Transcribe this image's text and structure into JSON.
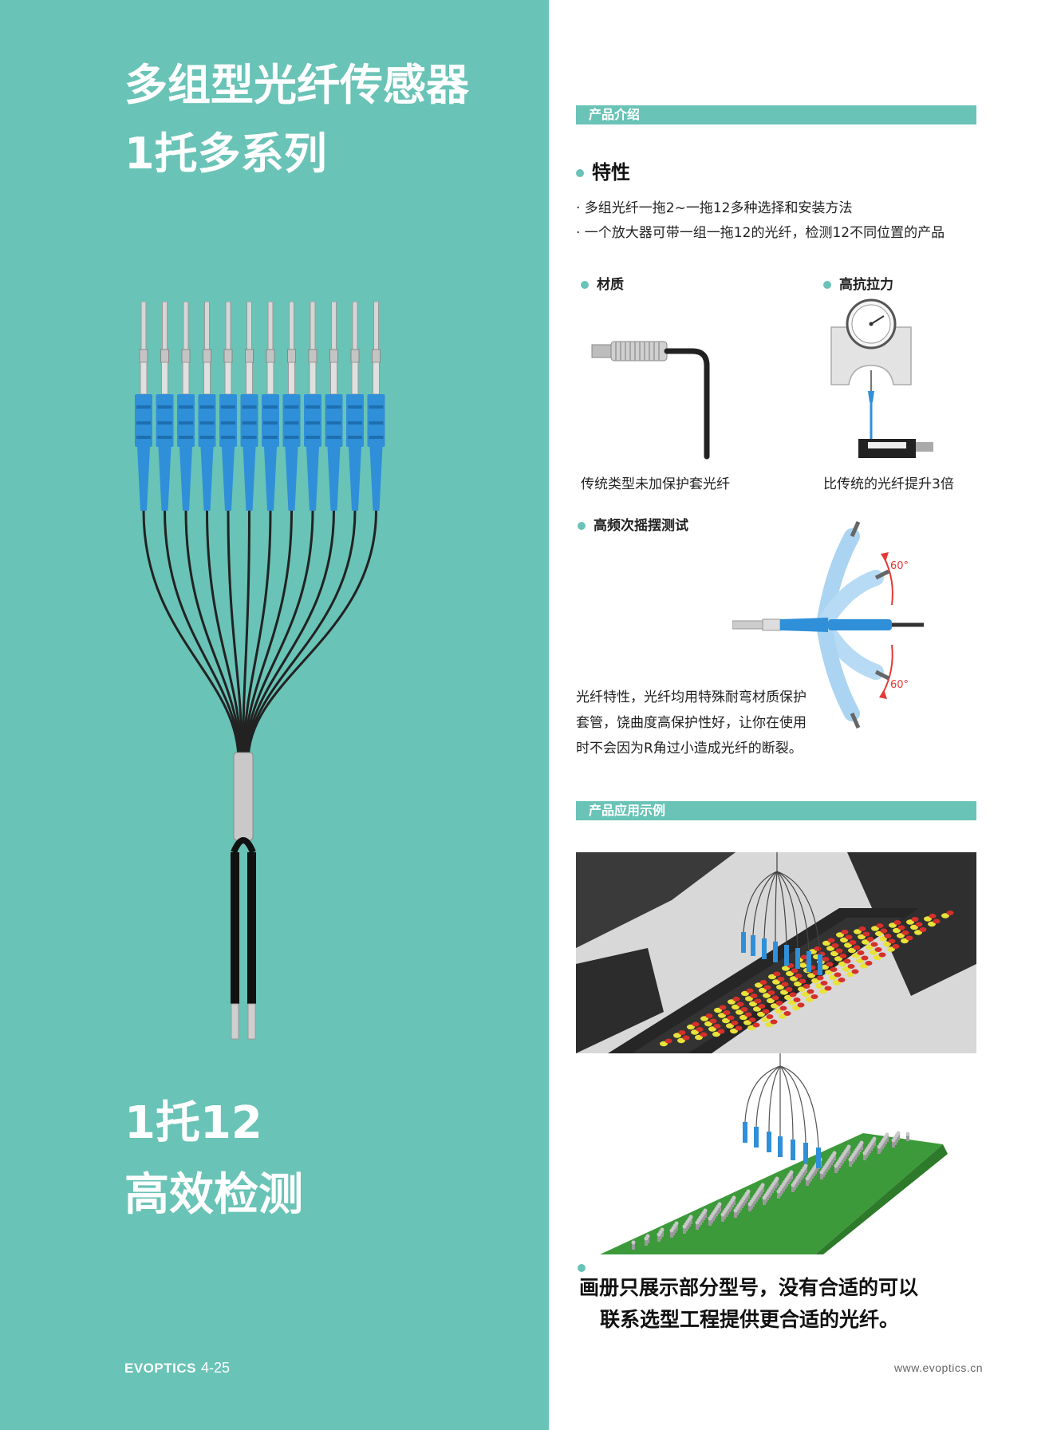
{
  "left_panel": {
    "title_line1": "多组型光纤传感器",
    "title_line2": "1托多系列",
    "subtitle_line1": "1托12",
    "subtitle_line2": "高效检测",
    "brand": "EVOPTICS",
    "page_number": "4-25",
    "bg_color": "#69c3b6"
  },
  "right_panel": {
    "section_intro": "产品介绍",
    "features_heading": "特性",
    "features": [
      "· 多组光纤一拖2~一拖12多种选择和安装方法",
      "· 一个放大器可带一组一拖12的光纤，检测12不同位置的产品"
    ],
    "material": {
      "heading": "材质",
      "caption": "传统类型未加保护套光纤"
    },
    "tensile": {
      "heading": "高抗拉力",
      "caption": "比传统的光纤提升3倍"
    },
    "swing": {
      "heading": "高频次摇摆测试",
      "angle_top": "60°",
      "angle_bottom": "60°",
      "description_lines": [
        "光纤特性，光纤均用特殊耐弯材质保护",
        "套管，饶曲度高保护性好，让你在使用",
        "时不会因为R角过小造成光纤的断裂。"
      ]
    },
    "section_application": "产品应用示例",
    "note_lines": [
      "画册只展示部分型号，没有合适的可以",
      "联系选型工程提供更合适的光纤。"
    ],
    "website": "www.evoptics.cn",
    "accent_color": "#69c3b6",
    "fiber_blue": "#2f8fd8"
  }
}
